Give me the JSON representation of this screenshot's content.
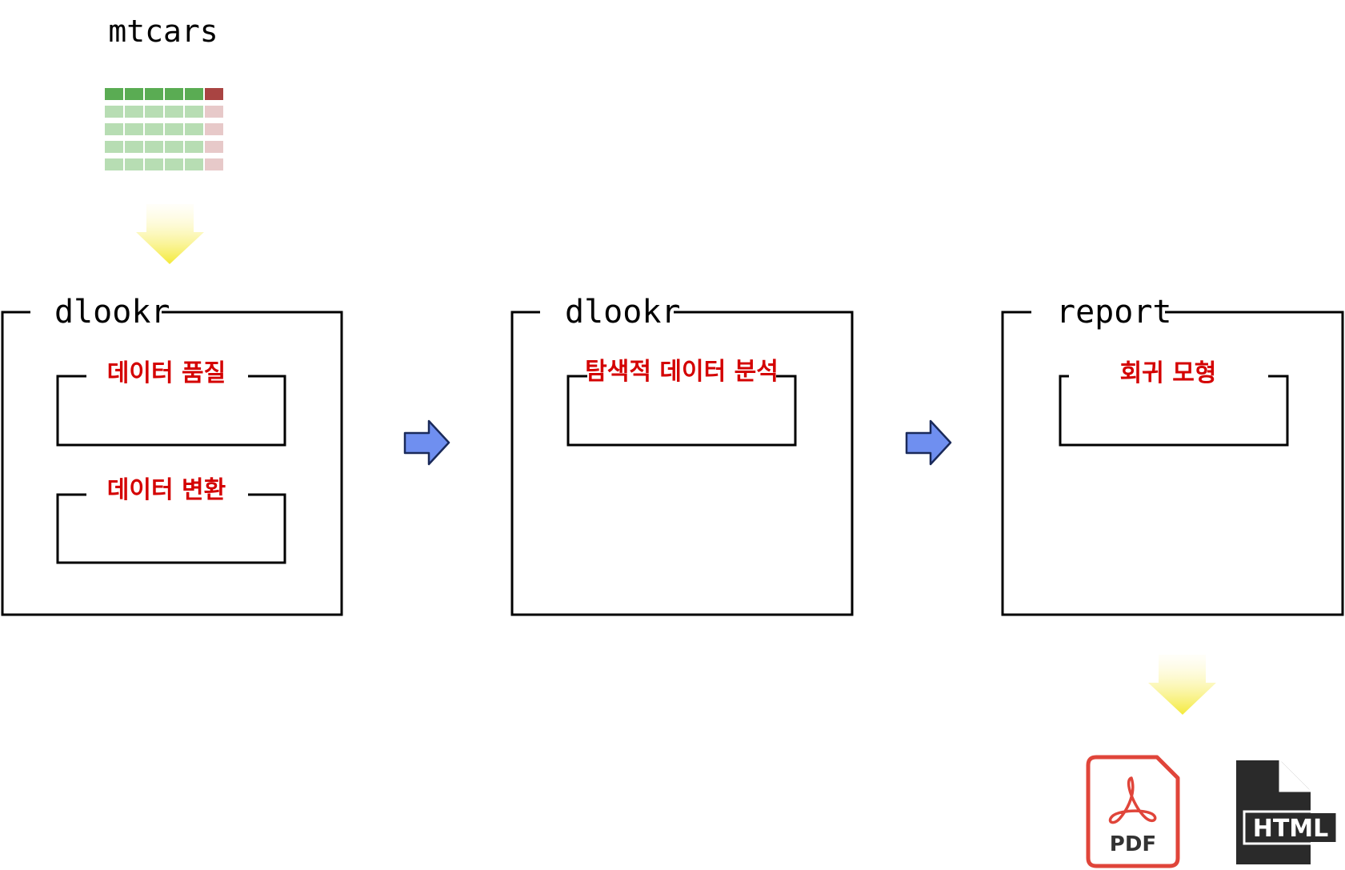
{
  "source": {
    "title": "mtcars",
    "icon": "data-table-icon",
    "table_colors": {
      "header_green": "#5aac53",
      "header_red": "#a94442",
      "body_green": "#b7ddb3",
      "body_red": "#e7c9c9"
    }
  },
  "modules": [
    {
      "title": "dlookr",
      "sections": [
        {
          "label": "데이터 품질"
        },
        {
          "label": "데이터 변환"
        }
      ]
    },
    {
      "title": "dlookr",
      "sections": [
        {
          "label": "탐색적 데이터 분석"
        }
      ]
    },
    {
      "title": "report",
      "sections": [
        {
          "label": "회귀 모형"
        }
      ]
    }
  ],
  "outputs": {
    "pdf": {
      "label": "PDF",
      "icon": "pdf-file-icon"
    },
    "html": {
      "label": "HTML",
      "icon": "html-file-icon"
    }
  },
  "colors": {
    "label_red": "#d40000",
    "arrow_blue": "#6f8ff0",
    "arrow_yellow": "#f4ea3a",
    "pdf_red": "#e0453a",
    "html_dark": "#2a2a2a"
  }
}
